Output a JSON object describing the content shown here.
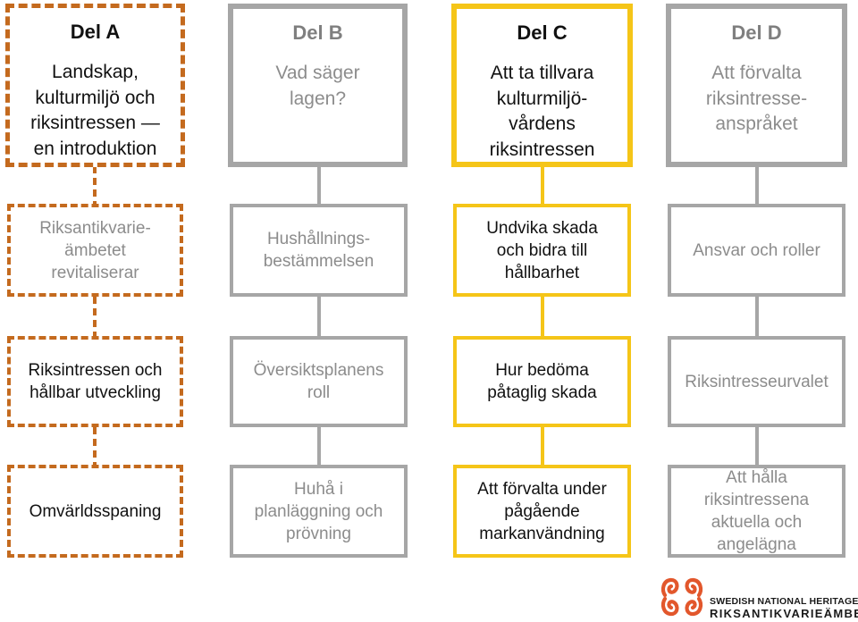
{
  "columns": [
    {
      "style": "orange",
      "heading": "Del A",
      "title": [
        "Landskap,",
        "kulturmiljö och",
        "riksintressen —",
        "en introduktion"
      ],
      "items": [
        [
          "Riksantikvarie-",
          "ämbetet",
          "revitaliserar"
        ],
        [
          "Riksintressen och",
          "hållbar utveckling"
        ],
        [
          "Omvärldsspaning"
        ]
      ]
    },
    {
      "style": "gray",
      "heading": "Del B",
      "title": [
        "Vad säger",
        "lagen?"
      ],
      "items": [
        [
          "Hushållnings-",
          "bestämmelsen"
        ],
        [
          "Översiktsplanens",
          "roll"
        ],
        [
          "Huhå i",
          "planläggning och",
          "prövning"
        ]
      ]
    },
    {
      "style": "yellow",
      "heading": "Del C",
      "title": [
        "Att ta tillvara",
        "kulturmiljö-",
        "vårdens",
        "riksintressen"
      ],
      "items": [
        [
          "Undvika skada",
          "och bidra till",
          "hållbarhet"
        ],
        [
          "Hur bedöma",
          "påtaglig skada"
        ],
        [
          "Att förvalta under",
          "pågående",
          "markanvändning"
        ]
      ]
    },
    {
      "style": "gray",
      "heading": "Del D",
      "title": [
        "Att förvalta",
        "riksintresse-",
        "anspråket"
      ],
      "items": [
        [
          "Ansvar och roller"
        ],
        [
          "Riksintresseurvalet"
        ],
        [
          "Att hålla",
          "riksintressena",
          "aktuella och",
          "angelägna"
        ]
      ]
    }
  ],
  "colors": {
    "orange": "#C46A1E",
    "gray": "#A6A6A6",
    "yellow": "#F5C518",
    "text_dark": "#111111",
    "text_gray": "#8C8C8C"
  },
  "logo": {
    "icon": "raa-logo-icon",
    "line1": "SWEDISH NATIONAL HERITAGE BOARD",
    "line2": "RIKSANTIKVARIEÄMBETET"
  }
}
